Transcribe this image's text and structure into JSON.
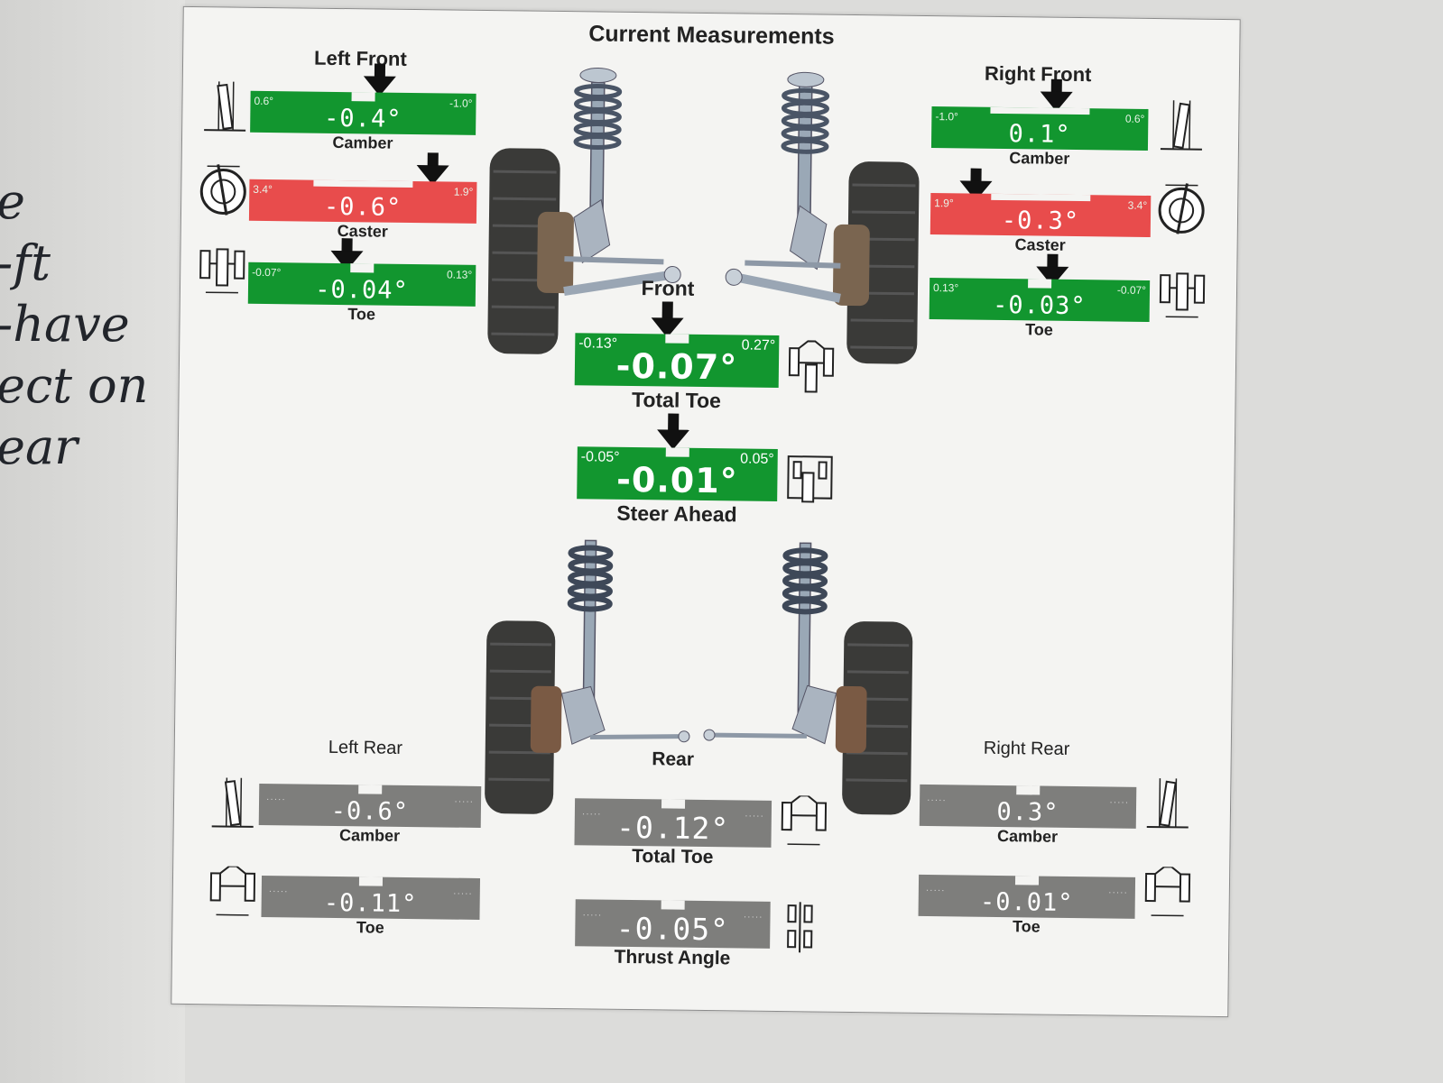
{
  "handwriting": {
    "lines": [
      "e",
      "-ft",
      "-have",
      "ect on",
      "ear"
    ]
  },
  "title": "Current Measurements",
  "left_front": {
    "label": "Left Front",
    "camber": {
      "value": "-0.4°",
      "min": "0.6°",
      "max": "-1.0°",
      "name": "Camber",
      "status": "green"
    },
    "caster": {
      "value": "-0.6°",
      "min": "3.4°",
      "max": "1.9°",
      "name": "Caster",
      "status": "red"
    },
    "toe": {
      "value": "-0.04°",
      "min": "-0.07°",
      "max": "0.13°",
      "name": "Toe",
      "status": "green"
    }
  },
  "right_front": {
    "label": "Right Front",
    "camber": {
      "value": "0.1°",
      "min": "-1.0°",
      "max": "0.6°",
      "name": "Camber",
      "status": "green"
    },
    "caster": {
      "value": "-0.3°",
      "min": "1.9°",
      "max": "3.4°",
      "name": "Caster",
      "status": "red"
    },
    "toe": {
      "value": "-0.03°",
      "min": "0.13°",
      "max": "-0.07°",
      "name": "Toe",
      "status": "green"
    }
  },
  "front": {
    "label": "Front",
    "total_toe": {
      "value": "-0.07°",
      "min": "-0.13°",
      "max": "0.27°",
      "name": "Total Toe",
      "status": "green"
    },
    "steer_ahead": {
      "value": "-0.01°",
      "min": "-0.05°",
      "max": "0.05°",
      "name": "Steer Ahead",
      "status": "green"
    }
  },
  "left_rear": {
    "label": "Left Rear",
    "camber": {
      "value": "-0.6°",
      "name": "Camber",
      "status": "gray"
    },
    "toe": {
      "value": "-0.11°",
      "name": "Toe",
      "status": "gray"
    }
  },
  "right_rear": {
    "label": "Right Rear",
    "camber": {
      "value": "0.3°",
      "name": "Camber",
      "status": "gray"
    },
    "toe": {
      "value": "-0.01°",
      "name": "Toe",
      "status": "gray"
    }
  },
  "rear": {
    "label": "Rear",
    "total_toe": {
      "value": "-0.12°",
      "name": "Total Toe",
      "status": "gray"
    },
    "thrust_angle": {
      "value": "-0.05°",
      "name": "Thrust Angle",
      "status": "gray"
    }
  },
  "colors": {
    "in_spec": "#12962f",
    "out_of_spec": "#e84c4c",
    "no_spec": "#7e7e7c"
  },
  "icons": [
    "camber-icon",
    "caster-icon",
    "toe-icon",
    "total-toe-icon",
    "steer-ahead-icon",
    "thrust-angle-icon",
    "front-suspension-drawing",
    "rear-suspension-drawing",
    "pointer-arrow-icon"
  ]
}
